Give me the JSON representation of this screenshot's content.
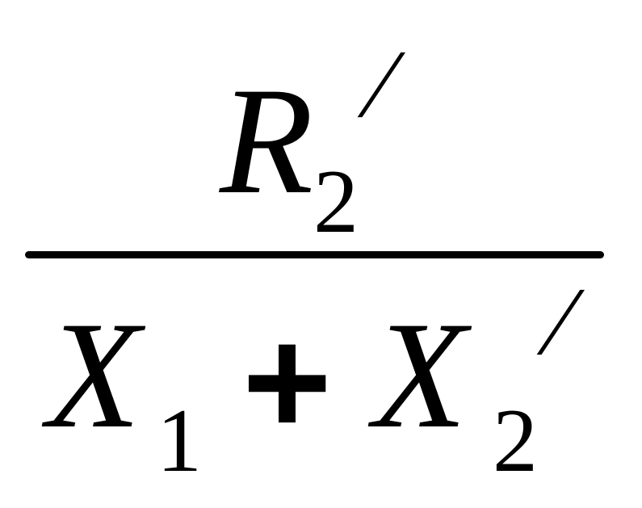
{
  "numerator": {
    "variable": "R",
    "subscript": "2",
    "prime": "/"
  },
  "denominator": {
    "term1": {
      "variable": "X",
      "subscript": "1"
    },
    "operator": "+",
    "term2": {
      "variable": "X",
      "subscript": "2",
      "prime": "/"
    }
  }
}
